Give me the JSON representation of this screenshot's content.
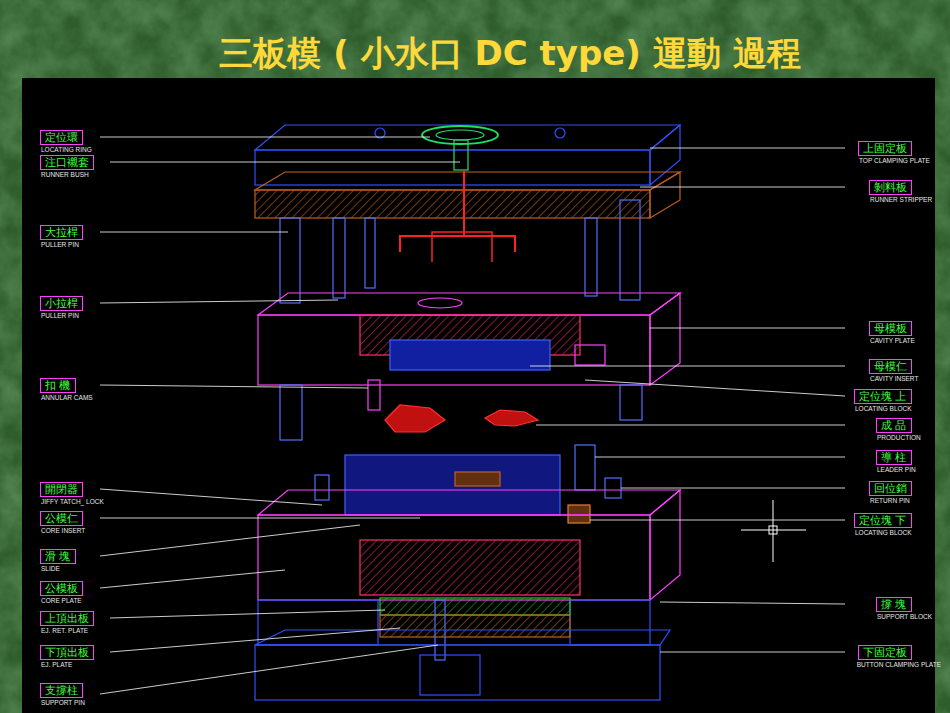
{
  "diagram": {
    "title": "三板模 ( 小水口 DC type) 運動 過程",
    "nodes": [
      {
        "text": [
          "定位環",
          "LOCATING RING"
        ]
      },
      {
        "text": [
          "注口襯套",
          "RUNNER BUSH"
        ]
      },
      {
        "text": [
          "大拉桿",
          "PULLER PIN"
        ]
      },
      {
        "text": [
          "小拉桿",
          "PULLER PIN"
        ]
      },
      {
        "text": [
          "扣 機",
          "ANNULAR CAMS"
        ]
      },
      {
        "text": [
          "開閉器",
          "JIFFY TATCH_ LOCK"
        ]
      },
      {
        "text": [
          "公模仁",
          "CORE INSERT"
        ]
      },
      {
        "text": [
          "滑 塊",
          "SLIDE"
        ]
      },
      {
        "text": [
          "公模板",
          "CORE PLATE"
        ]
      },
      {
        "text": [
          "上頂出板",
          "EJ. RET. PLATE"
        ]
      },
      {
        "text": [
          "下頂出板",
          "EJ. PLATE"
        ]
      },
      {
        "text": [
          "支撐柱",
          "SUPPORT PIN"
        ]
      },
      {
        "text": [
          "上固定板",
          "TOP CLAMPING PLATE"
        ]
      },
      {
        "text": [
          "剝料板",
          "RUNNER STRIPPER"
        ]
      },
      {
        "text": [
          "母模板",
          "CAVITY PLATE"
        ]
      },
      {
        "text": [
          "母模仁",
          "CAVITY INSERT"
        ]
      },
      {
        "text": [
          "定位塊 上",
          "LOCATING BLOCK"
        ]
      },
      {
        "text": [
          "成 品",
          "PRODUCTION"
        ]
      },
      {
        "text": [
          "導 柱",
          "LEADER PIN"
        ]
      },
      {
        "text": [
          "回位銷",
          "RETURN PIN"
        ]
      },
      {
        "text": [
          "定位塊 下",
          "LOCATING BLOCK"
        ]
      },
      {
        "text": [
          "撐 塊",
          "SUPPORT BLOCK"
        ]
      },
      {
        "text": [
          "下固定板",
          "BUTTON CLAMPING PLATE"
        ]
      }
    ]
  }
}
